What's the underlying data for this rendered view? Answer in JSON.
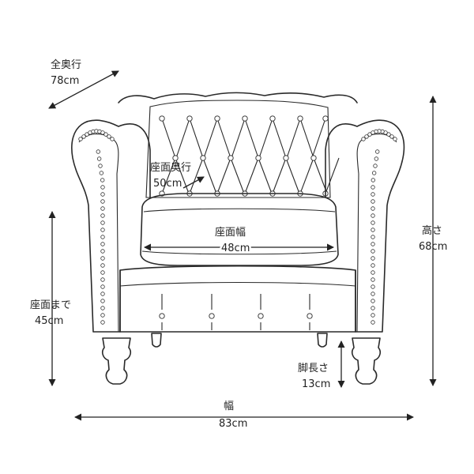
{
  "labels": {
    "depth_total": "全奥行",
    "depth_total_value": "78cm",
    "seat_depth": "座面奥行",
    "seat_depth_value": "50cm",
    "seat_width": "座面幅",
    "seat_width_value": "48cm",
    "height": "高さ",
    "height_value": "68cm",
    "seat_height": "座面まで",
    "seat_height_value": "45cm",
    "leg_length": "脚長さ",
    "leg_length_value": "13cm",
    "width": "幅",
    "width_value": "83cm"
  },
  "colors": {
    "line": "#2a2a2a",
    "background": "#ffffff"
  }
}
